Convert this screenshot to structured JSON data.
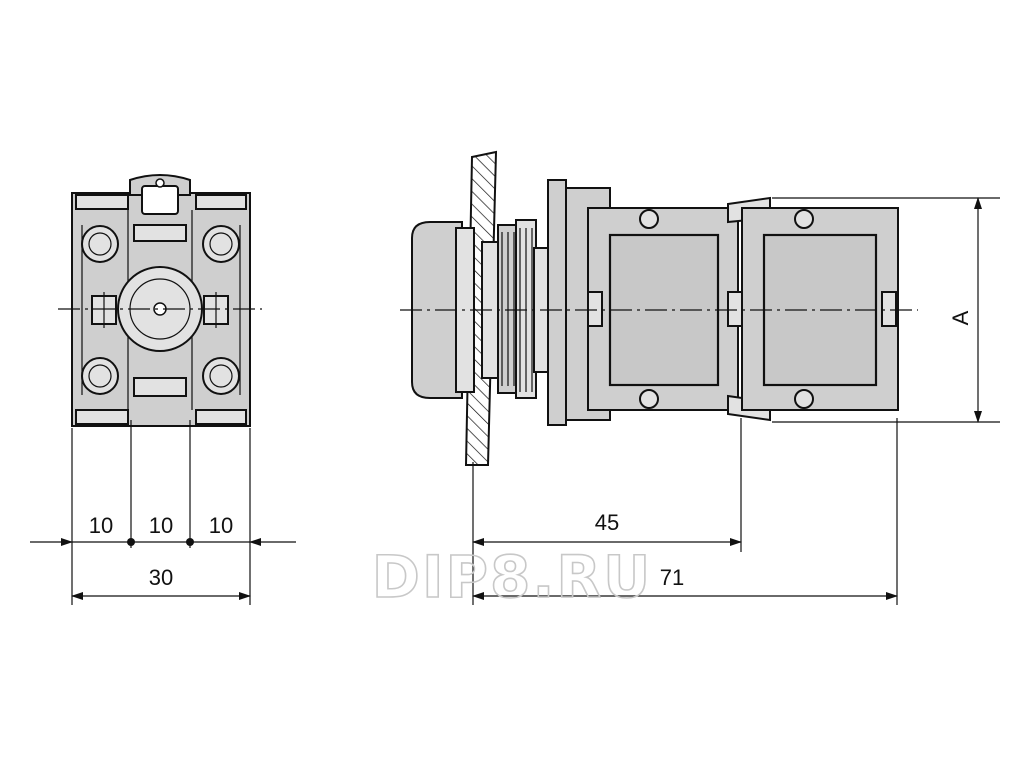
{
  "front_view": {
    "dims": [
      "10",
      "10",
      "10"
    ],
    "total": "30"
  },
  "side_view": {
    "dim_45": "45",
    "dim_71": "71",
    "dim_a": "A"
  },
  "watermark": "DIP8.RU"
}
